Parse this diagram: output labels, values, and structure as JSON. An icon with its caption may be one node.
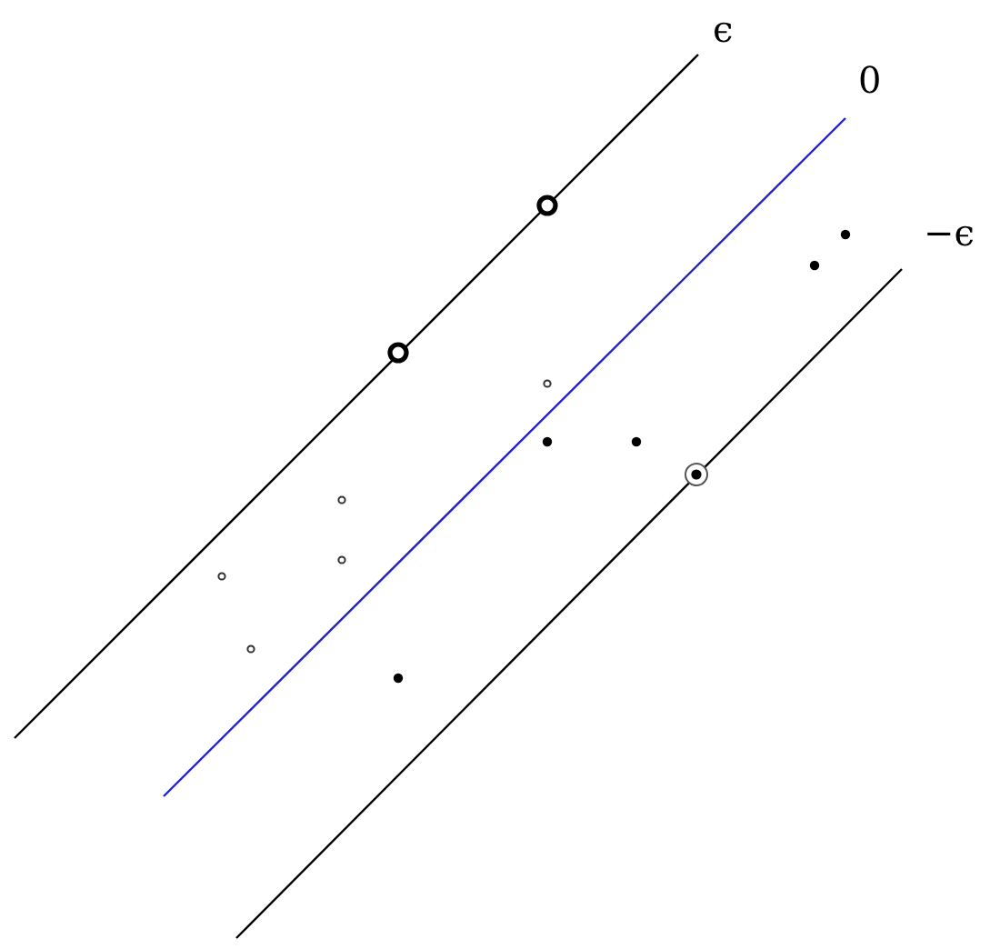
{
  "diagram": {
    "labels": [
      "ϵ",
      "0",
      "−ϵ"
    ]
  }
}
